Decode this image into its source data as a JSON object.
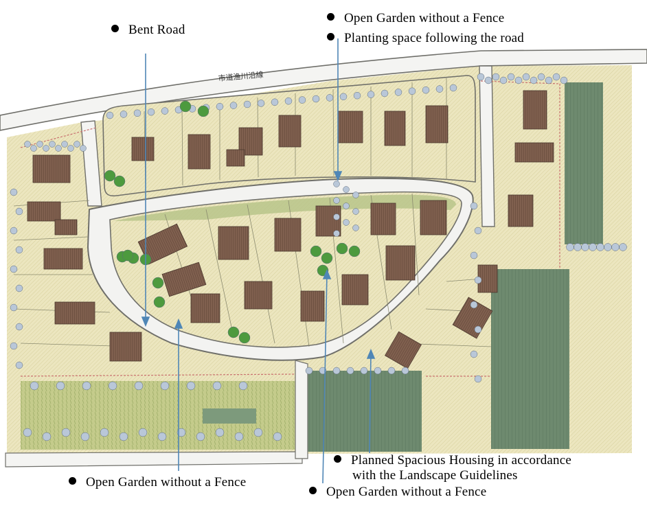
{
  "street_name": "市道渔川沿線",
  "annotations": {
    "bent_road": "Bent Road",
    "open_garden_top": "Open Garden without a Fence",
    "planting_space": "Planting space following the road",
    "planned_housing_line1": "Planned Spacious Housing in accordance",
    "planned_housing_line2": "with the Landscape  Guidelines",
    "open_garden_bottom_left": "Open Garden without a Fence",
    "open_garden_bottom_mid": "Open Garden without a Fence"
  },
  "colors": {
    "ground": "#ece6bf",
    "road": "#f3f3f1",
    "road_edge": "#6f6f6a",
    "grass": "#b9c48a",
    "dense_green": "#6f8c70",
    "roof": "#7d5f52",
    "tree_blue": "#b9c7d8",
    "tree_green": "#4d9a3e",
    "arrow": "#4f86b6",
    "boundary_red": "#c9706f"
  }
}
